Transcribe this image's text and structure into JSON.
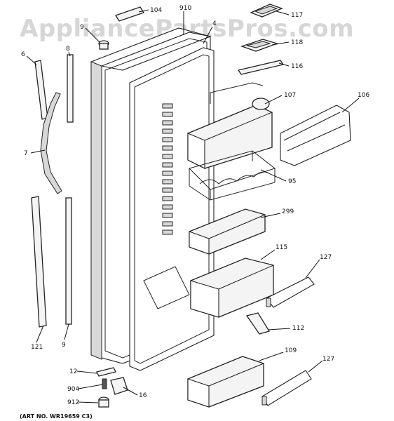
{
  "watermark": "AppliancePartsPros.com",
  "art_number": "(ART NO. WR19659 C3)",
  "callouts": {
    "c104": "104",
    "c910": "910",
    "c9_top": "9",
    "c4": "4",
    "c117": "117",
    "c118": "118",
    "c116": "116",
    "c6": "6",
    "c8": "8",
    "c107": "107",
    "c106": "106",
    "c7": "7",
    "c95": "95",
    "c299": "299",
    "c115": "115",
    "c127_top": "127",
    "c112": "112",
    "c121": "121",
    "c9_bottom": "9",
    "c109": "109",
    "c127_bottom": "127",
    "c12": "12",
    "c904": "904",
    "c16": "16",
    "c912": "912"
  }
}
